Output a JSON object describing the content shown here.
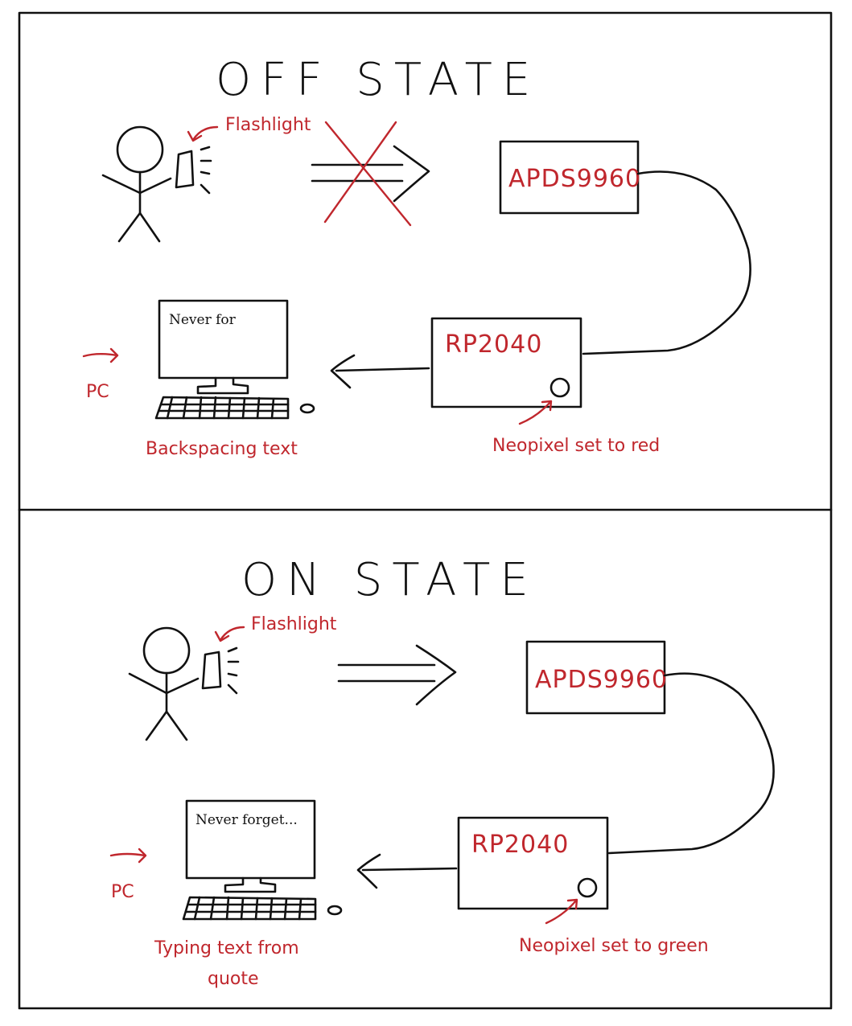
{
  "panels": {
    "off": {
      "title": "OFF STATE",
      "flashlight_label": "Flashlight",
      "sensor_label": "APDS9960",
      "board_label": "RP2040",
      "screen_text": "Never for",
      "pc_label": "PC",
      "pc_caption": "Backspacing text",
      "neopixel_caption": "Neopixel set to red",
      "light_blocked": true
    },
    "on": {
      "title": "ON STATE",
      "flashlight_label": "Flashlight",
      "sensor_label": "APDS9960",
      "board_label": "RP2040",
      "screen_text": "Never forget...",
      "pc_label": "PC",
      "pc_caption_line1": "Typing text from",
      "pc_caption_line2": "quote",
      "neopixel_caption": "Neopixel set to green",
      "light_blocked": false
    }
  },
  "colors": {
    "ink": "#111111",
    "annotation": "#c0272d"
  },
  "icons": [
    "stick-figure-icon",
    "flashlight-icon",
    "light-arrow-icon",
    "cross-icon",
    "computer-icon",
    "keyboard-icon",
    "mouse-icon",
    "neopixel-icon"
  ]
}
